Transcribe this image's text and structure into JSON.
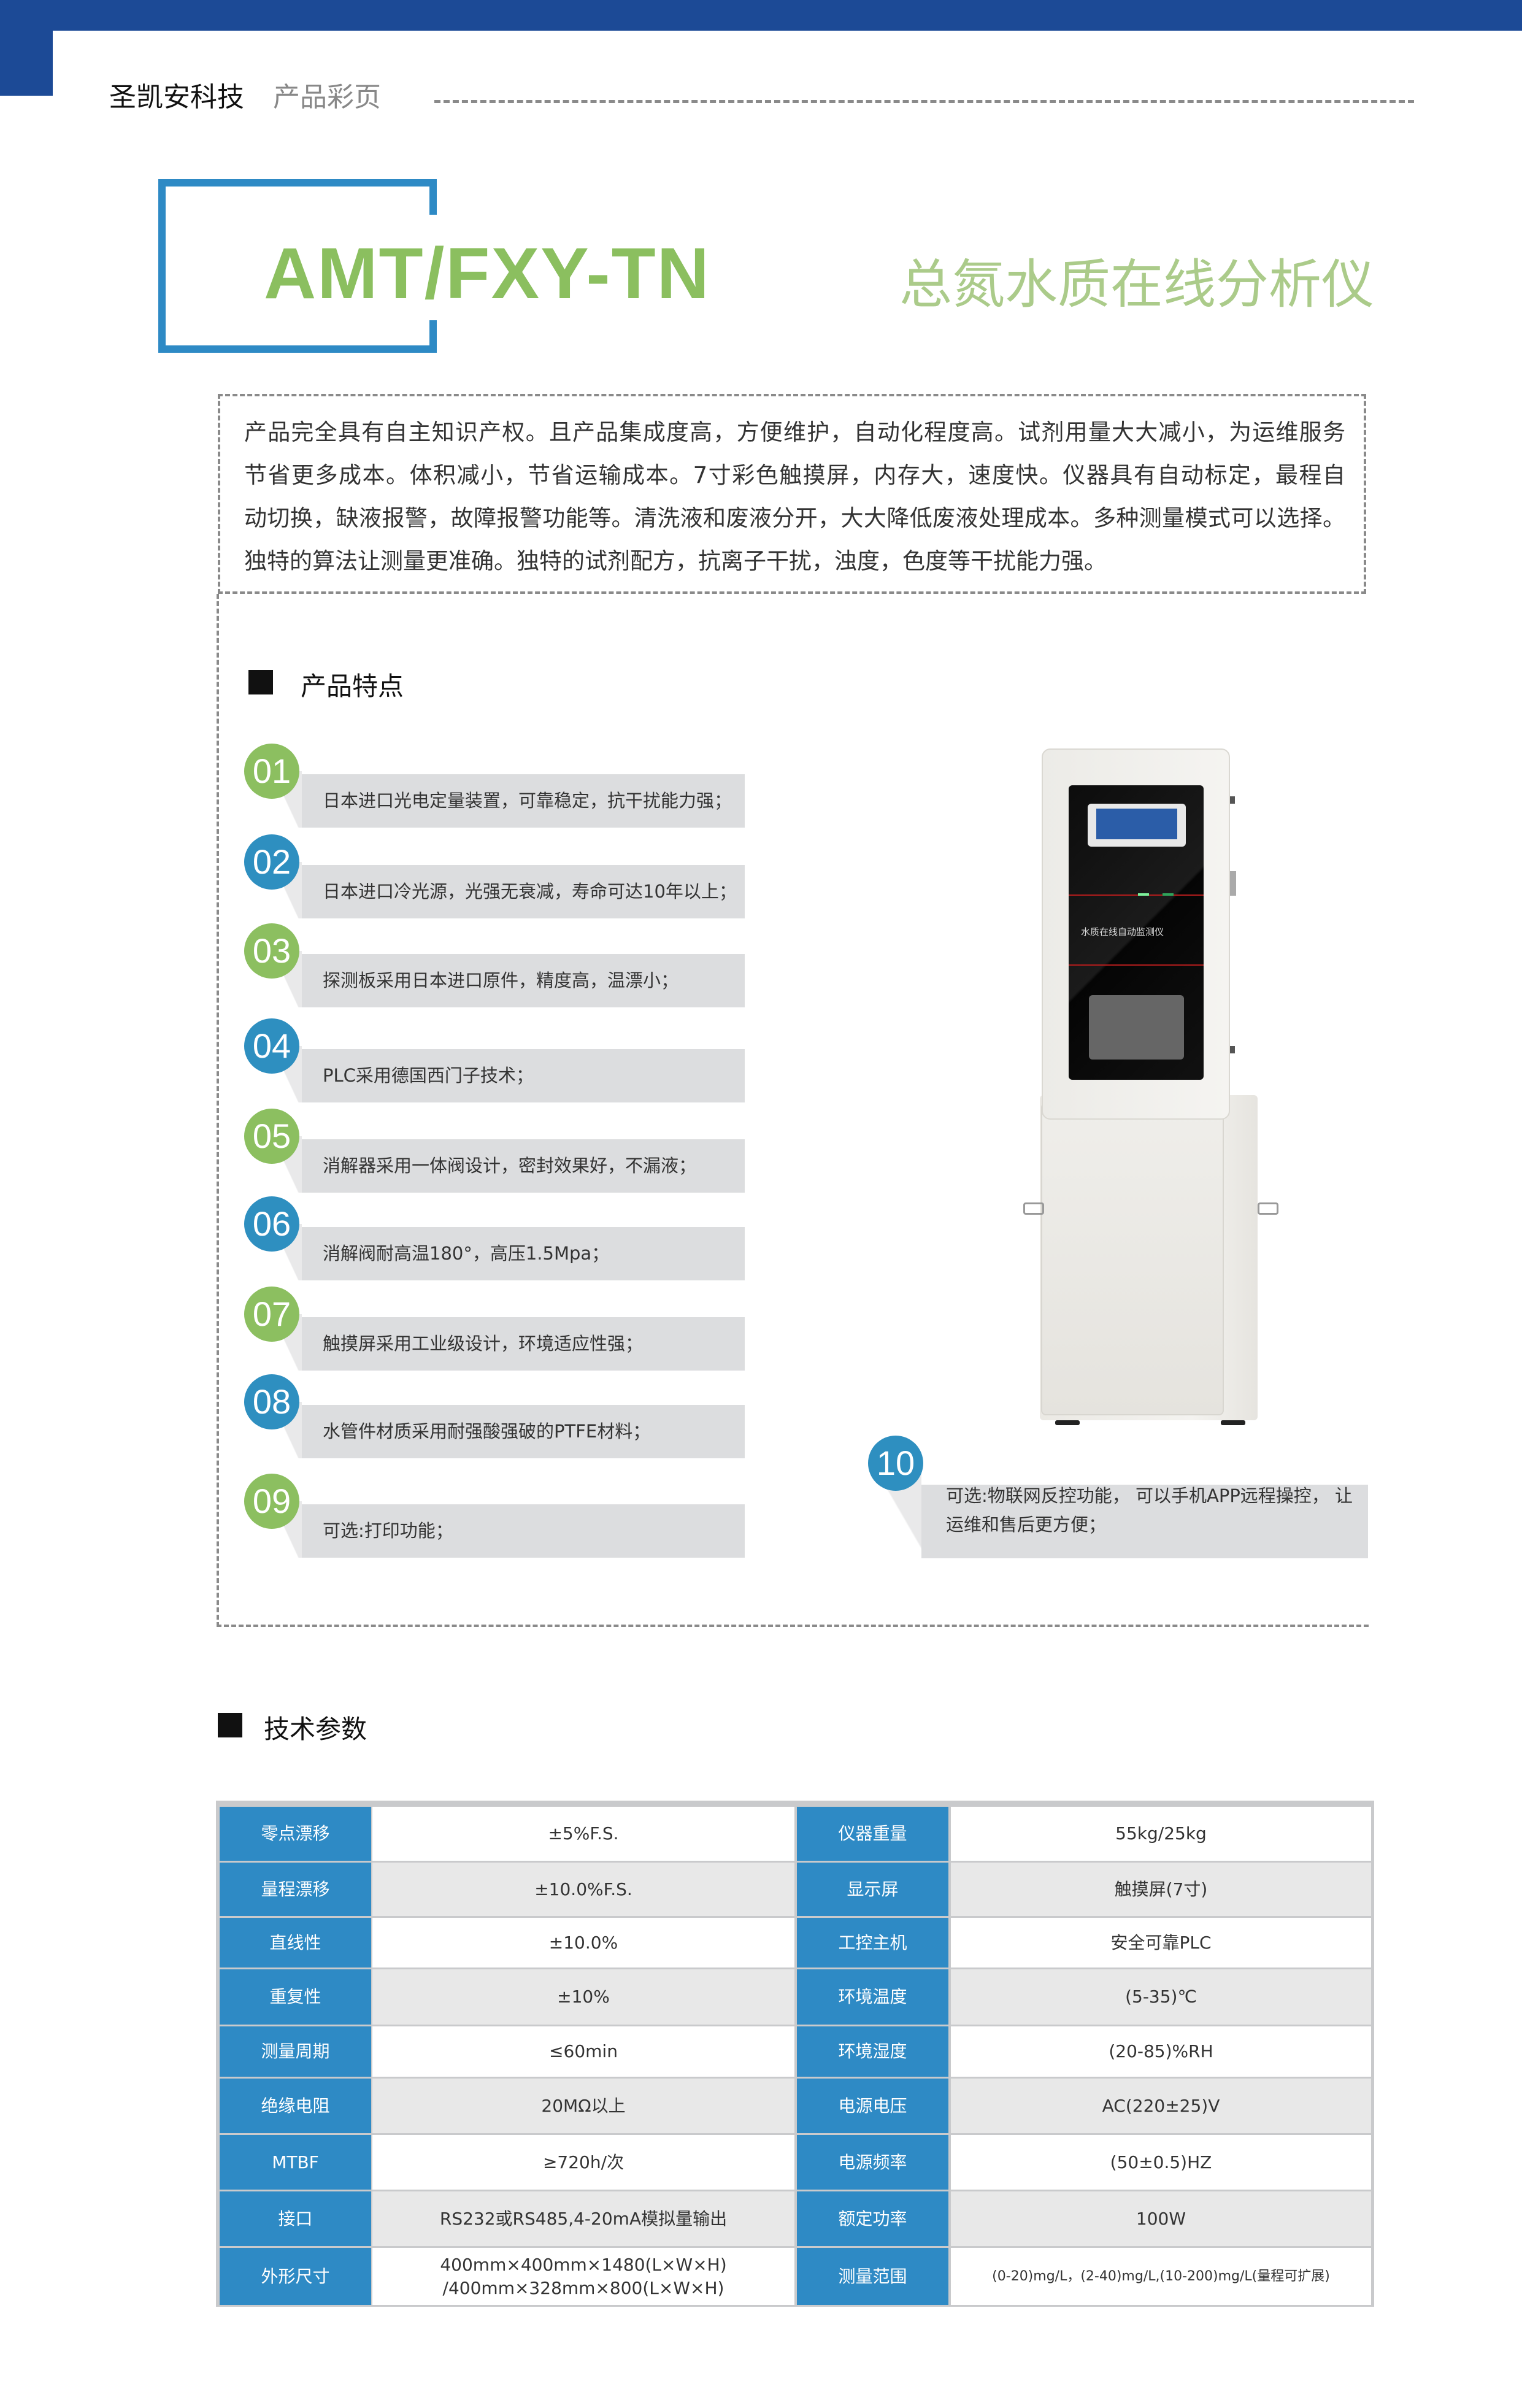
{
  "header": {
    "brand": "圣凯安科技",
    "subtitle": "产品彩页",
    "accent_color": "#1c4a96"
  },
  "title": {
    "model": "AMT/FXY-TN",
    "product_name": "总氮水质在线分析仪",
    "model_color": "#8bbf5f",
    "name_color": "#abcb8a"
  },
  "description": {
    "lines": [
      "产品完全具有自主知识产权。且产品集成度高，方便维护，自动化程度高。试剂用量大大减小，为运维服务",
      "节省更多成本。体积减小，节省运输成本。7寸彩色触摸屏，内存大，速度快。仪器具有自动标定，最程自",
      "动切换，缺液报警，故障报警功能等。清洗液和废液分开，大大降低废液处理成本。多种测量模式可以选择。",
      "独特的算法让测量更准确。独特的试剂配方，抗离子干扰，浊度，色度等干扰能力强。"
    ]
  },
  "features": {
    "heading": "产品特点",
    "colors": {
      "green": "#8cbf60",
      "blue": "#2e8fc0"
    },
    "items": [
      {
        "num": "01",
        "text": "日本进口光电定量装置，可靠稳定，抗干扰能力强；",
        "color": "green"
      },
      {
        "num": "02",
        "text": "日本进口冷光源，光强无衰减，寿命可达10年以上；",
        "color": "blue"
      },
      {
        "num": "03",
        "text": "探测板采用日本进口原件，精度高，温漂小；",
        "color": "green"
      },
      {
        "num": "04",
        "text": "PLC采用德国西门子技术；",
        "color": "blue"
      },
      {
        "num": "05",
        "text": "消解器采用一体阀设计，密封效果好，不漏液；",
        "color": "green"
      },
      {
        "num": "06",
        "text": "消解阀耐高温180°，高压1.5Mpa；",
        "color": "blue"
      },
      {
        "num": "07",
        "text": "触摸屏采用工业级设计，环境适应性强；",
        "color": "green"
      },
      {
        "num": "08",
        "text": "水管件材质采用耐强酸强破的PTFE材料；",
        "color": "blue"
      },
      {
        "num": "09",
        "text": "可选:打印功能；",
        "color": "green"
      }
    ],
    "item10": {
      "num": "10",
      "lines": [
        "可选:物联网反控功能， 可以手机APP远程操控， 让",
        "运维和售后更方便；"
      ],
      "color": "blue"
    }
  },
  "product_image": {
    "panel_label": "水质在线自动监测仪"
  },
  "specs": {
    "heading": "技术参数",
    "rows": [
      [
        "零点漂移",
        "±5%F.S.",
        "仪器重量",
        "55kg/25kg"
      ],
      [
        "量程漂移",
        "±10.0%F.S.",
        "显示屏",
        "触摸屏(7寸)"
      ],
      [
        "直线性",
        "±10.0%",
        "工控主机",
        "安全可靠PLC"
      ],
      [
        "重复性",
        "±10%",
        "环境温度",
        "(5-35)℃"
      ],
      [
        "测量周期",
        "≤60min",
        "环境湿度",
        "(20-85)%RH"
      ],
      [
        "绝缘电阻",
        "20MΩ以上",
        "电源电压",
        "AC(220±25)V"
      ],
      [
        "MTBF",
        "≥720h/次",
        "电源频率",
        "(50±0.5)HZ"
      ],
      [
        "接口",
        "RS232或RS485,4-20mA模拟量输出",
        "额定功率",
        "100W"
      ],
      [
        "外形尺寸",
        "400mm×400mm×1480(L×W×H)\n/400mm×328mm×800(L×W×H)",
        "测量范围",
        "(0-20)mg/L，(2-40)mg/L,(10-200)mg/L(量程可扩展)"
      ]
    ]
  }
}
